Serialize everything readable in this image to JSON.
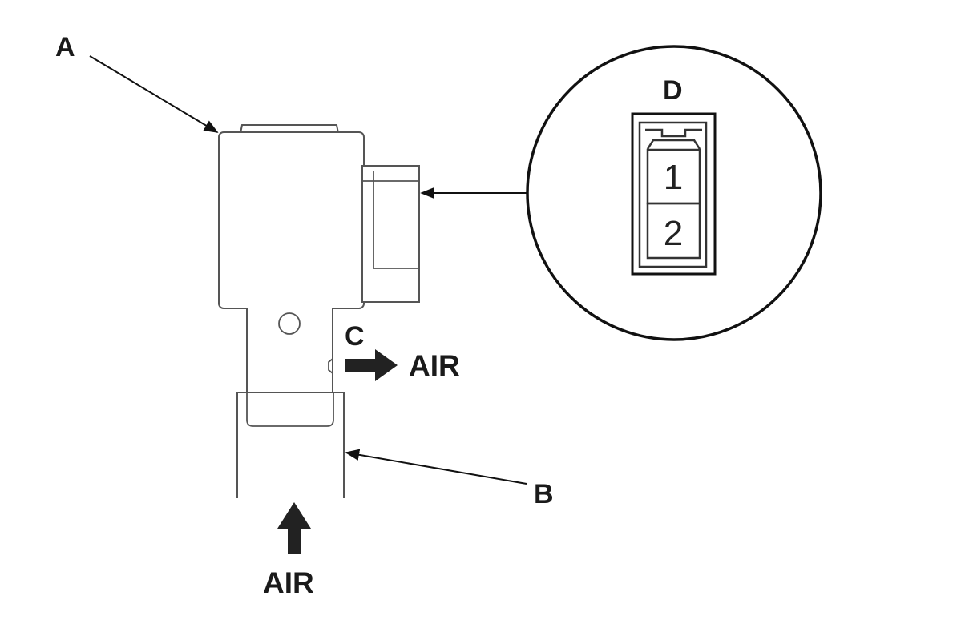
{
  "labels": {
    "a": "A",
    "b": "B",
    "c": "C",
    "d": "D"
  },
  "flow": {
    "air_out": "AIR",
    "air_in": "AIR"
  },
  "connector": {
    "pin_1": "1",
    "pin_2": "2"
  }
}
